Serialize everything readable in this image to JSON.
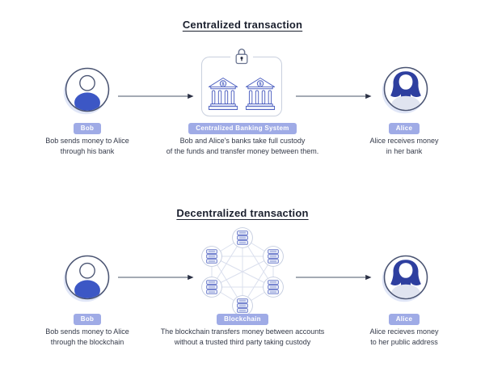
{
  "colors": {
    "accent_blue": "#3c57c5",
    "hair_navy": "#2e3f9f",
    "badge_bg": "#9fabe6",
    "badge_text": "#ffffff",
    "avatar_outline": "#4a5472",
    "bank_outline": "#4c5fc0",
    "box_border": "#c9d0de",
    "node_ring": "#c4ccdf",
    "network_link": "#dbe0ee",
    "title_text": "#1b202e",
    "caption_text": "#343a49",
    "shoulder_gray": "#e0e4f0"
  },
  "sections": [
    {
      "title": "Centralized transaction",
      "left": {
        "icon": "male-avatar-icon",
        "badge": "Bob",
        "caption_line1": "Bob sends money to Alice",
        "caption_line2": "through his bank"
      },
      "center": {
        "icon": "centralized-banks-lock-icon",
        "badge": "Centralized Banking System",
        "caption_line1": "Bob and Alice's banks take full custody",
        "caption_line2": "of the funds and transfer money between them."
      },
      "right": {
        "icon": "female-avatar-icon",
        "badge": "Alice",
        "caption_line1": "Alice receives money",
        "caption_line2": "in her bank"
      }
    },
    {
      "title": "Decentralized transaction",
      "left": {
        "icon": "male-avatar-icon",
        "badge": "Bob",
        "caption_line1": "Bob sends money to Alice",
        "caption_line2": "through the blockchain"
      },
      "center": {
        "icon": "blockchain-network-icon",
        "badge": "Blockchain",
        "caption_line1": "The blockchain transfers money between accounts",
        "caption_line2": "without a trusted third party taking custody"
      },
      "right": {
        "icon": "female-avatar-icon",
        "badge": "Alice",
        "caption_line1": "Alice recieves money",
        "caption_line2": "to her public address"
      }
    }
  ]
}
